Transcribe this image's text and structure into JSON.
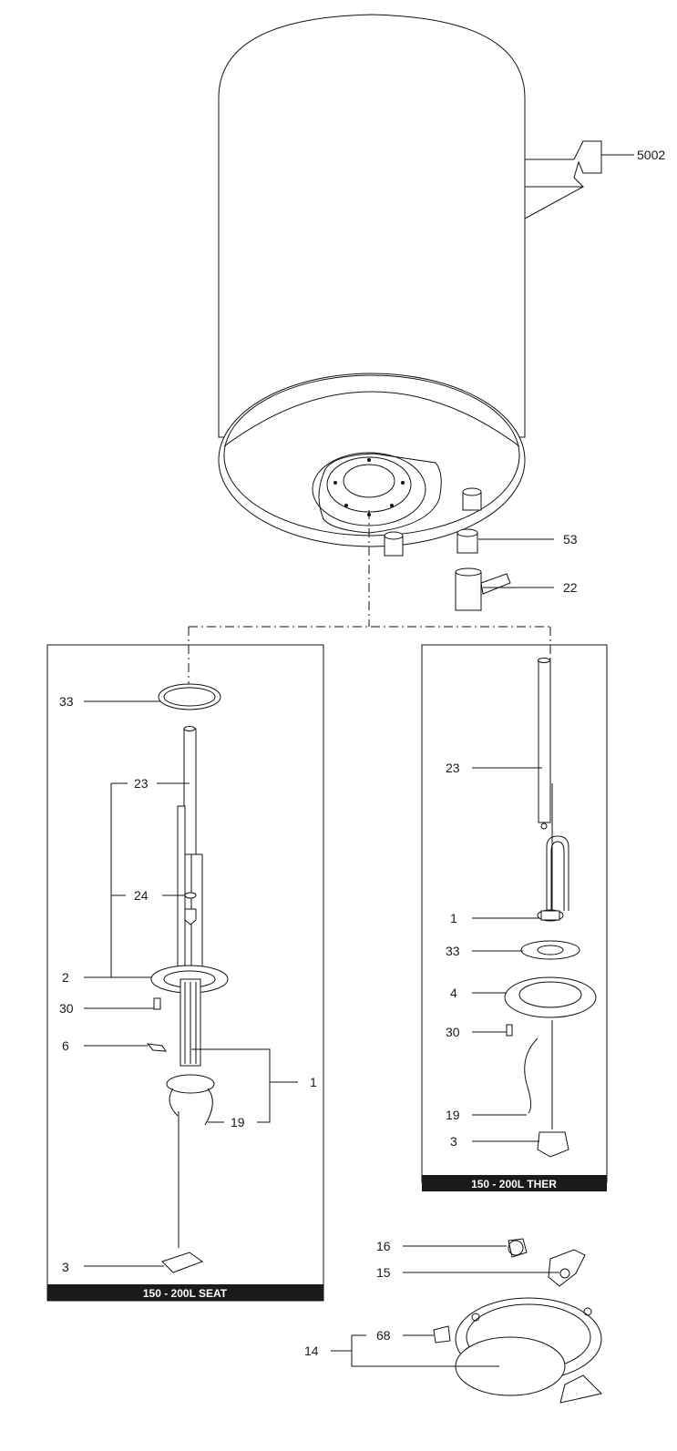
{
  "callouts": {
    "tank_bracket": "5002",
    "tank_53": "53",
    "tank_22": "22",
    "seat_33": "33",
    "seat_23": "23",
    "seat_24": "24",
    "seat_2": "2",
    "seat_30": "30",
    "seat_6": "6",
    "seat_1": "1",
    "seat_19": "19",
    "seat_3": "3",
    "ther_23": "23",
    "ther_1": "1",
    "ther_33": "33",
    "ther_4": "4",
    "ther_30": "30",
    "ther_19": "19",
    "ther_3": "3",
    "cover_16": "16",
    "cover_15": "15",
    "cover_68": "68",
    "cover_14": "14"
  },
  "panels": {
    "seat_title": "150 - 200L SEAT",
    "ther_title": "150 - 200L THER"
  }
}
